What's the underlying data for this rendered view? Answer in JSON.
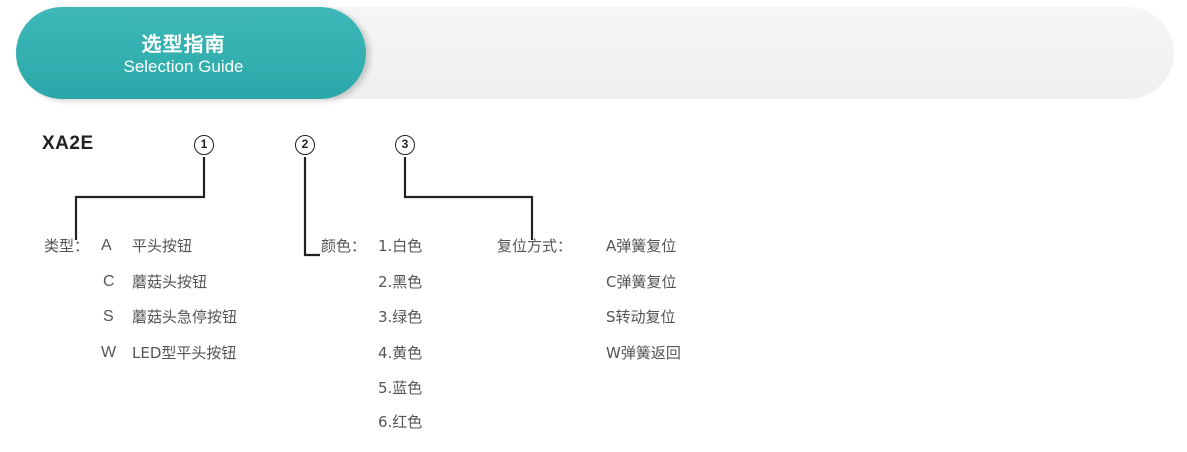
{
  "header": {
    "title_zh": "选型指南",
    "title_en": "Selection Guide",
    "accent_color": "#2eacad"
  },
  "model": {
    "code": "XA2E",
    "markers": [
      "1",
      "2",
      "3"
    ]
  },
  "type_group": {
    "label": "类型：",
    "items": [
      {
        "code": "A",
        "desc": "平头按钮"
      },
      {
        "code": "C",
        "desc": "蘑菇头按钮"
      },
      {
        "code": "S",
        "desc": "蘑菇头急停按钮"
      },
      {
        "code": "W",
        "desc": "LED型平头按钮"
      }
    ]
  },
  "color_group": {
    "label": "颜色：",
    "items": [
      "1.白色",
      "2.黑色",
      "3.绿色",
      "4.黄色",
      "5.蓝色",
      "6.红色"
    ]
  },
  "reset_group": {
    "label": "复位方式：",
    "items": [
      "A弹簧复位",
      "C弹簧复位",
      "S转动复位",
      "W弹簧返回"
    ]
  }
}
